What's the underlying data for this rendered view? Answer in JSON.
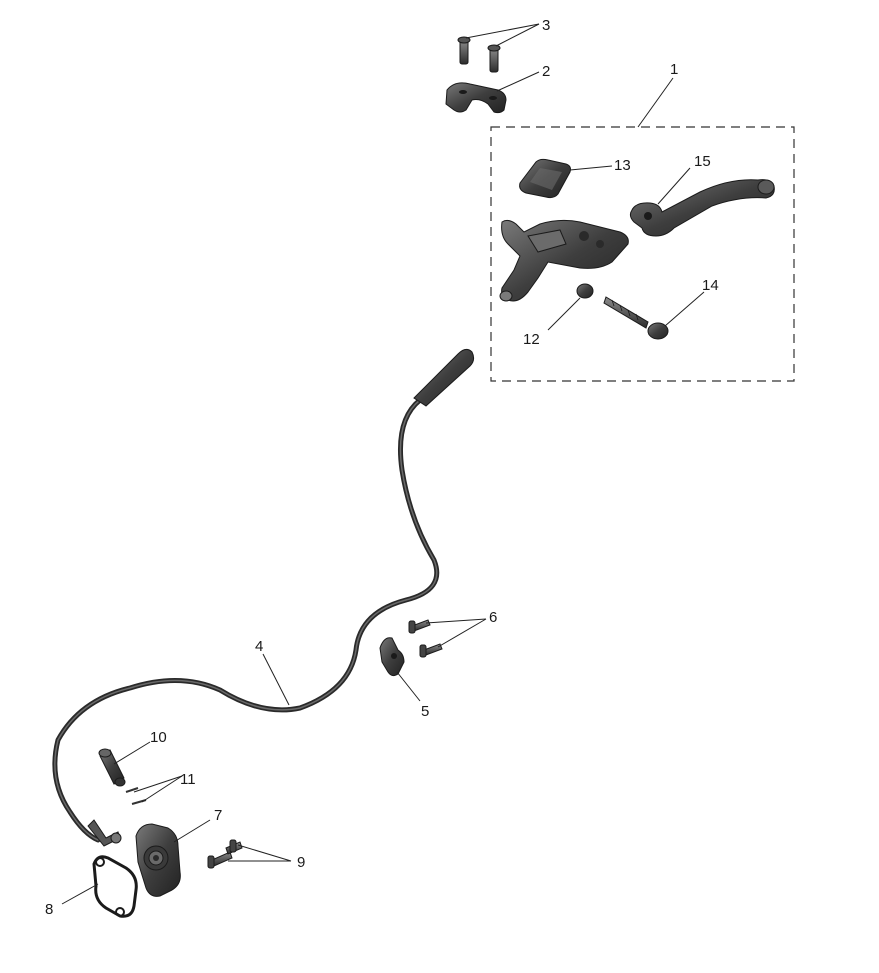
{
  "callouts": {
    "c1": "1",
    "c2": "2",
    "c3": "3",
    "c4": "4",
    "c5": "5",
    "c6": "6",
    "c7": "7",
    "c8": "8",
    "c9": "9",
    "c10": "10",
    "c11": "11",
    "c12": "12",
    "c13": "13",
    "c14": "14",
    "c15": "15"
  },
  "colors": {
    "part_dark": "#3a3a3a",
    "part_mid": "#5a5a5a",
    "part_light": "#8a8a8a",
    "line": "#222222",
    "background": "#ffffff"
  }
}
